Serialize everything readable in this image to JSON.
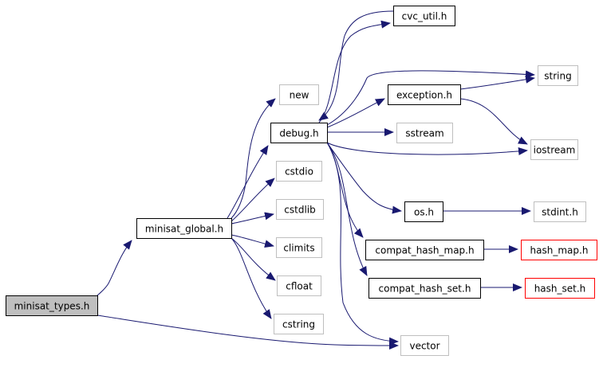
{
  "diagram": {
    "type": "include-dependency-graph",
    "colors": {
      "edge": "#191970",
      "root_fill": "#bfbfbf",
      "documented_border": "#000000",
      "external_border": "#bfbfbf",
      "missing_border": "#ff0000",
      "node_fill": "#ffffff"
    },
    "nodes": [
      {
        "id": "minisat_types",
        "label": "minisat_types.h",
        "kind": "root"
      },
      {
        "id": "minisat_global",
        "label": "minisat_global.h",
        "kind": "documented"
      },
      {
        "id": "new",
        "label": "new",
        "kind": "external"
      },
      {
        "id": "debug",
        "label": "debug.h",
        "kind": "documented"
      },
      {
        "id": "cstdio",
        "label": "cstdio",
        "kind": "external"
      },
      {
        "id": "cstdlib",
        "label": "cstdlib",
        "kind": "external"
      },
      {
        "id": "climits",
        "label": "climits",
        "kind": "external"
      },
      {
        "id": "cfloat",
        "label": "cfloat",
        "kind": "external"
      },
      {
        "id": "cstring",
        "label": "cstring",
        "kind": "external"
      },
      {
        "id": "cvc_util",
        "label": "cvc_util.h",
        "kind": "documented"
      },
      {
        "id": "exception",
        "label": "exception.h",
        "kind": "documented"
      },
      {
        "id": "sstream",
        "label": "sstream",
        "kind": "external"
      },
      {
        "id": "os",
        "label": "os.h",
        "kind": "documented"
      },
      {
        "id": "compat_hash_map",
        "label": "compat_hash_map.h",
        "kind": "documented"
      },
      {
        "id": "compat_hash_set",
        "label": "compat_hash_set.h",
        "kind": "documented"
      },
      {
        "id": "vector",
        "label": "vector",
        "kind": "external"
      },
      {
        "id": "string",
        "label": "string",
        "kind": "external"
      },
      {
        "id": "iostream",
        "label": "iostream",
        "kind": "external"
      },
      {
        "id": "stdint",
        "label": "stdint.h",
        "kind": "external"
      },
      {
        "id": "hash_map",
        "label": "hash_map.h",
        "kind": "missing"
      },
      {
        "id": "hash_set",
        "label": "hash_set.h",
        "kind": "missing"
      }
    ],
    "edges": [
      {
        "from": "minisat_types",
        "to": "minisat_global"
      },
      {
        "from": "minisat_types",
        "to": "vector"
      },
      {
        "from": "minisat_global",
        "to": "new"
      },
      {
        "from": "minisat_global",
        "to": "debug"
      },
      {
        "from": "minisat_global",
        "to": "cstdio"
      },
      {
        "from": "minisat_global",
        "to": "cstdlib"
      },
      {
        "from": "minisat_global",
        "to": "climits"
      },
      {
        "from": "minisat_global",
        "to": "cfloat"
      },
      {
        "from": "minisat_global",
        "to": "cstring"
      },
      {
        "from": "debug",
        "to": "cvc_util"
      },
      {
        "from": "cvc_util",
        "to": "debug"
      },
      {
        "from": "debug",
        "to": "string"
      },
      {
        "from": "debug",
        "to": "exception"
      },
      {
        "from": "debug",
        "to": "sstream"
      },
      {
        "from": "debug",
        "to": "iostream"
      },
      {
        "from": "debug",
        "to": "os"
      },
      {
        "from": "debug",
        "to": "compat_hash_map"
      },
      {
        "from": "debug",
        "to": "compat_hash_set"
      },
      {
        "from": "debug",
        "to": "vector"
      },
      {
        "from": "exception",
        "to": "string"
      },
      {
        "from": "exception",
        "to": "iostream"
      },
      {
        "from": "os",
        "to": "stdint"
      },
      {
        "from": "compat_hash_map",
        "to": "hash_map"
      },
      {
        "from": "compat_hash_set",
        "to": "hash_set"
      }
    ]
  }
}
